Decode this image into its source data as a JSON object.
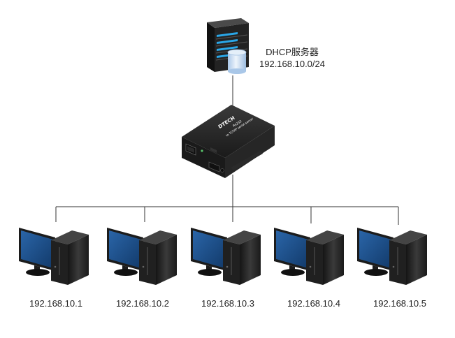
{
  "server": {
    "icon": "server-icon",
    "database_icon": "database-icon",
    "title": "DHCP服务器",
    "subnet": "192.168.10.0/24"
  },
  "device": {
    "icon": "serial-device-server-icon",
    "brand": "DTECH",
    "model_line1": "Rs232",
    "model_line2": "to TCP/IP serial server"
  },
  "clients": [
    {
      "icon": "computer-icon",
      "ip": "192.168.10.1"
    },
    {
      "icon": "computer-icon",
      "ip": "192.168.10.2"
    },
    {
      "icon": "computer-icon",
      "ip": "192.168.10.3"
    },
    {
      "icon": "computer-icon",
      "ip": "192.168.10.4"
    },
    {
      "icon": "computer-icon",
      "ip": "192.168.10.5"
    }
  ],
  "colors": {
    "line": "#333333",
    "monitor_screen": "#1b4f8a",
    "monitor_frame": "#1c1c1c",
    "tower": "#2e2e2e",
    "server_led": "#2aa7e8",
    "database": "#cfe2f5"
  }
}
